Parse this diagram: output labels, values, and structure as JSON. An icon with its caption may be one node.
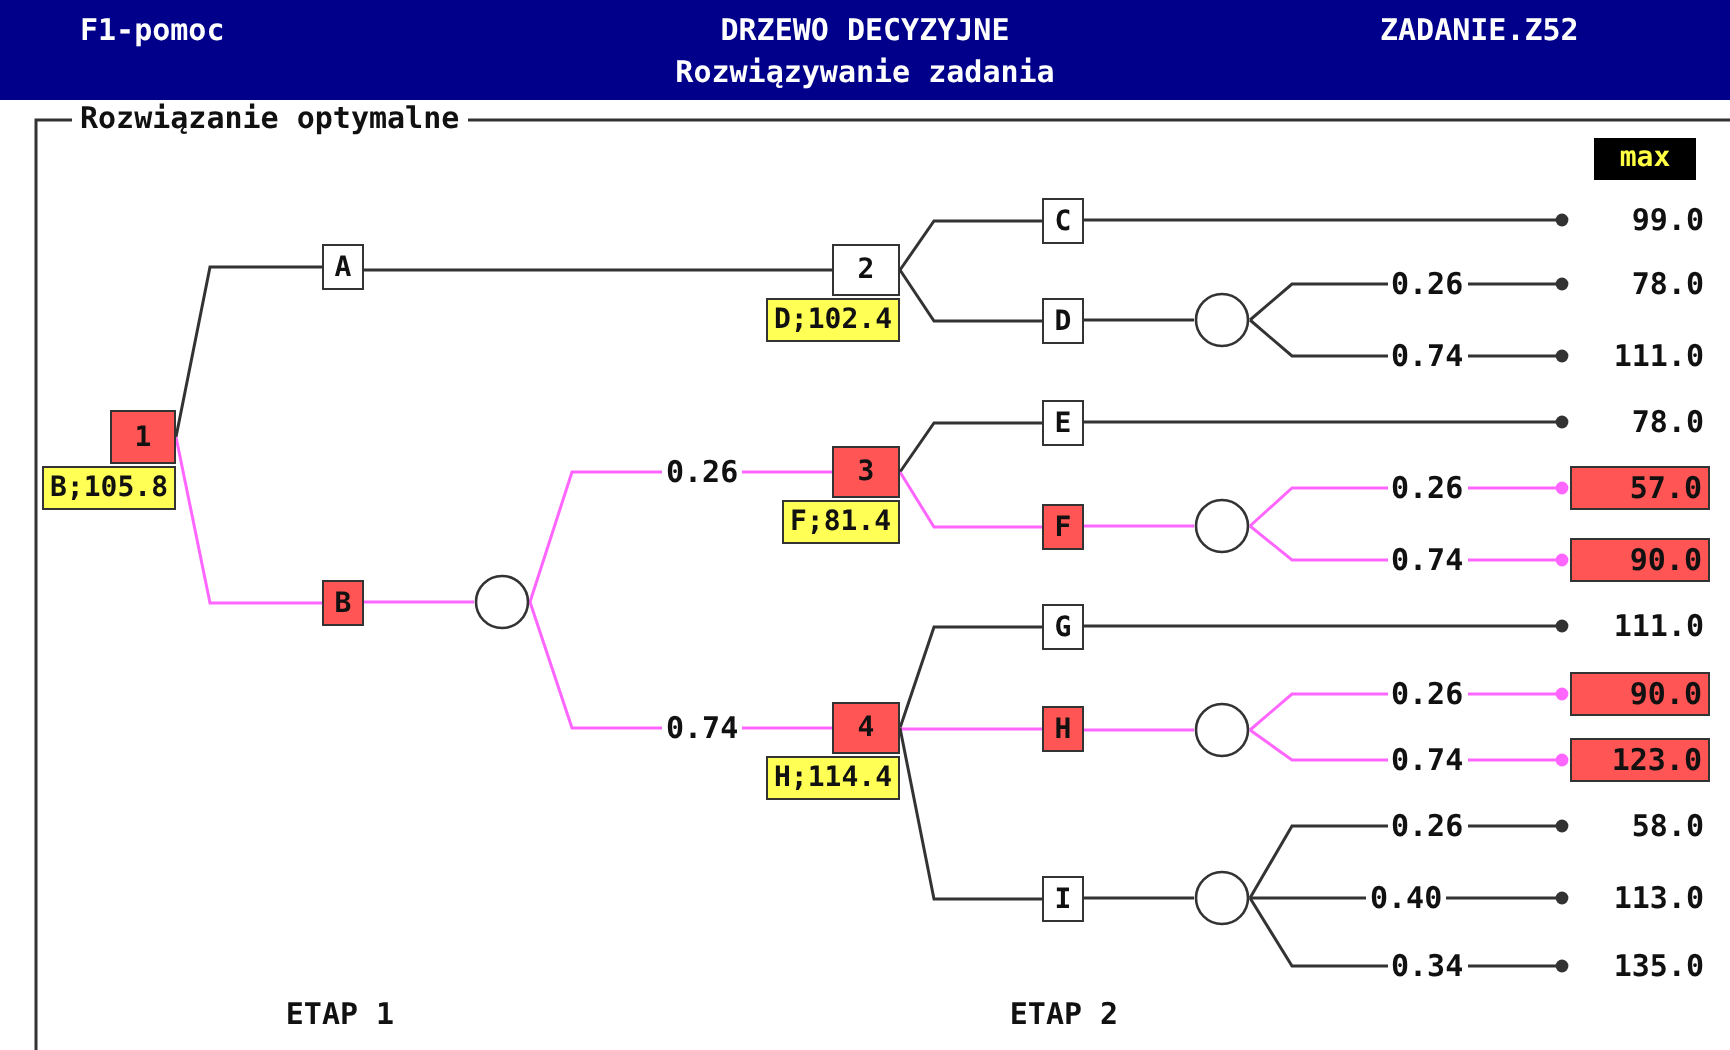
{
  "diagram": {
    "title": "DRZEWO DECYZYJNE",
    "nodes": [
      {
        "text": [
          "1"
        ],
        "beside": [
          "B;105.8"
        ]
      },
      {
        "text": [
          "A"
        ]
      },
      {
        "text": [
          "B"
        ]
      },
      {
        "text": [],
        "shape": "circle"
      },
      {
        "text": [
          "2"
        ],
        "beside": [
          "D;102.4"
        ]
      },
      {
        "text": [
          "3"
        ],
        "beside": [
          "F;81.4"
        ]
      },
      {
        "text": [
          "4"
        ],
        "beside": [
          "H;114.4"
        ]
      },
      {
        "text": [
          "C"
        ]
      },
      {
        "text": [
          "D"
        ]
      },
      {
        "text": [],
        "shape": "circle"
      },
      {
        "text": [
          "E"
        ]
      },
      {
        "text": [
          "F"
        ]
      },
      {
        "text": [],
        "shape": "circle"
      },
      {
        "text": [
          "G"
        ]
      },
      {
        "text": [
          "H"
        ]
      },
      {
        "text": [],
        "shape": "circle"
      },
      {
        "text": [
          "I"
        ]
      },
      {
        "text": [],
        "shape": "circle"
      },
      {
        "text": [
          "99.0"
        ]
      },
      {
        "text": [
          "78.0"
        ]
      },
      {
        "text": [
          "111.0"
        ]
      },
      {
        "text": [
          "78.0"
        ]
      },
      {
        "text": [
          "57.0"
        ]
      },
      {
        "text": [
          "90.0"
        ]
      },
      {
        "text": [
          "111.0"
        ]
      },
      {
        "text": [
          "90.0"
        ]
      },
      {
        "text": [
          "123.0"
        ]
      },
      {
        "text": [
          "58.0"
        ]
      },
      {
        "text": [
          "113.0"
        ]
      },
      {
        "text": [
          "135.0"
        ]
      }
    ],
    "edges": [
      {
        "from": 0,
        "to": 1,
        "arrow": "none"
      },
      {
        "from": 0,
        "to": 2,
        "arrow": "none",
        "color": "#ff66ff"
      },
      {
        "from": 1,
        "to": 4,
        "arrow": "none"
      },
      {
        "from": 2,
        "to": 3,
        "arrow": "none",
        "color": "#ff66ff"
      },
      {
        "from": 3,
        "to": 5,
        "arrow": "none",
        "label": "0.26",
        "color": "#ff66ff"
      },
      {
        "from": 3,
        "to": 6,
        "arrow": "none",
        "label": "0.74",
        "color": "#ff66ff"
      },
      {
        "from": 4,
        "to": 7,
        "arrow": "none"
      },
      {
        "from": 4,
        "to": 8,
        "arrow": "none"
      },
      {
        "from": 5,
        "to": 10,
        "arrow": "none"
      },
      {
        "from": 5,
        "to": 11,
        "arrow": "none",
        "color": "#ff66ff"
      },
      {
        "from": 6,
        "to": 13,
        "arrow": "none"
      },
      {
        "from": 6,
        "to": 14,
        "arrow": "none",
        "color": "#ff66ff"
      },
      {
        "from": 6,
        "to": 16,
        "arrow": "none"
      },
      {
        "from": 7,
        "to": 18,
        "arrow": "other"
      },
      {
        "from": 8,
        "to": 9,
        "arrow": "none"
      },
      {
        "from": 9,
        "to": 19,
        "arrow": "other",
        "label": "0.26"
      },
      {
        "from": 9,
        "to": 20,
        "arrow": "other",
        "label": "0.74"
      },
      {
        "from": 10,
        "to": 21,
        "arrow": "other"
      },
      {
        "from": 11,
        "to": 12,
        "arrow": "none",
        "color": "#ff66ff"
      },
      {
        "from": 12,
        "to": 22,
        "arrow": "other",
        "label": "0.26",
        "color": "#ff66ff"
      },
      {
        "from": 12,
        "to": 23,
        "arrow": "other",
        "label": "0.74",
        "color": "#ff66ff"
      },
      {
        "from": 13,
        "to": 24,
        "arrow": "other"
      },
      {
        "from": 14,
        "to": 15,
        "arrow": "none",
        "color": "#ff66ff"
      },
      {
        "from": 15,
        "to": 25,
        "arrow": "other",
        "label": "0.26",
        "color": "#ff66ff"
      },
      {
        "from": 15,
        "to": 26,
        "arrow": "other",
        "label": "0.74",
        "color": "#ff66ff"
      },
      {
        "from": 16,
        "to": 17,
        "arrow": "none"
      },
      {
        "from": 17,
        "to": 27,
        "arrow": "other",
        "label": "0.26"
      },
      {
        "from": 17,
        "to": 28,
        "arrow": "other",
        "label": "0.40"
      },
      {
        "from": 17,
        "to": 29,
        "arrow": "other",
        "label": "0.34"
      }
    ],
    "labels": [
      "F1-pomoc",
      "ZADANIE.Z52",
      "Rozwiązywanie zadania",
      "Rozwiązanie optymalne",
      "max",
      "ETAP 1",
      "ETAP 2"
    ]
  }
}
